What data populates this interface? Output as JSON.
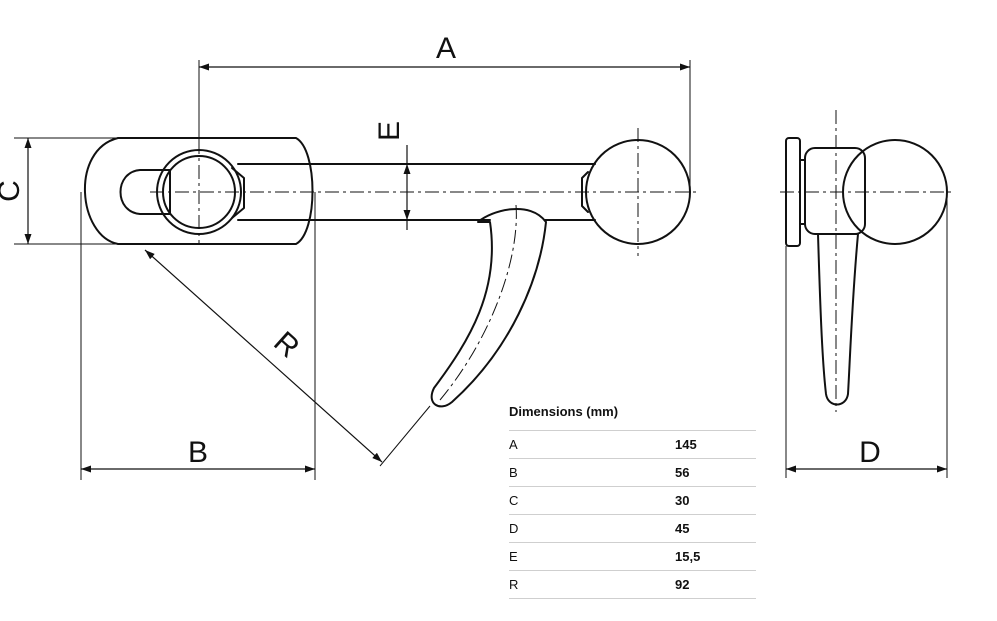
{
  "labels": {
    "A": "A",
    "B": "B",
    "C": "C",
    "D": "D",
    "E": "E",
    "R": "R"
  },
  "table": {
    "title": "Dimensions (mm)",
    "rows": [
      {
        "key": "A",
        "value": "145"
      },
      {
        "key": "B",
        "value": "56"
      },
      {
        "key": "C",
        "value": "30"
      },
      {
        "key": "D",
        "value": "45"
      },
      {
        "key": "E",
        "value": "15,5"
      },
      {
        "key": "R",
        "value": "92"
      }
    ]
  },
  "colors": {
    "line": "#111111",
    "rule": "#cfcfcf"
  }
}
